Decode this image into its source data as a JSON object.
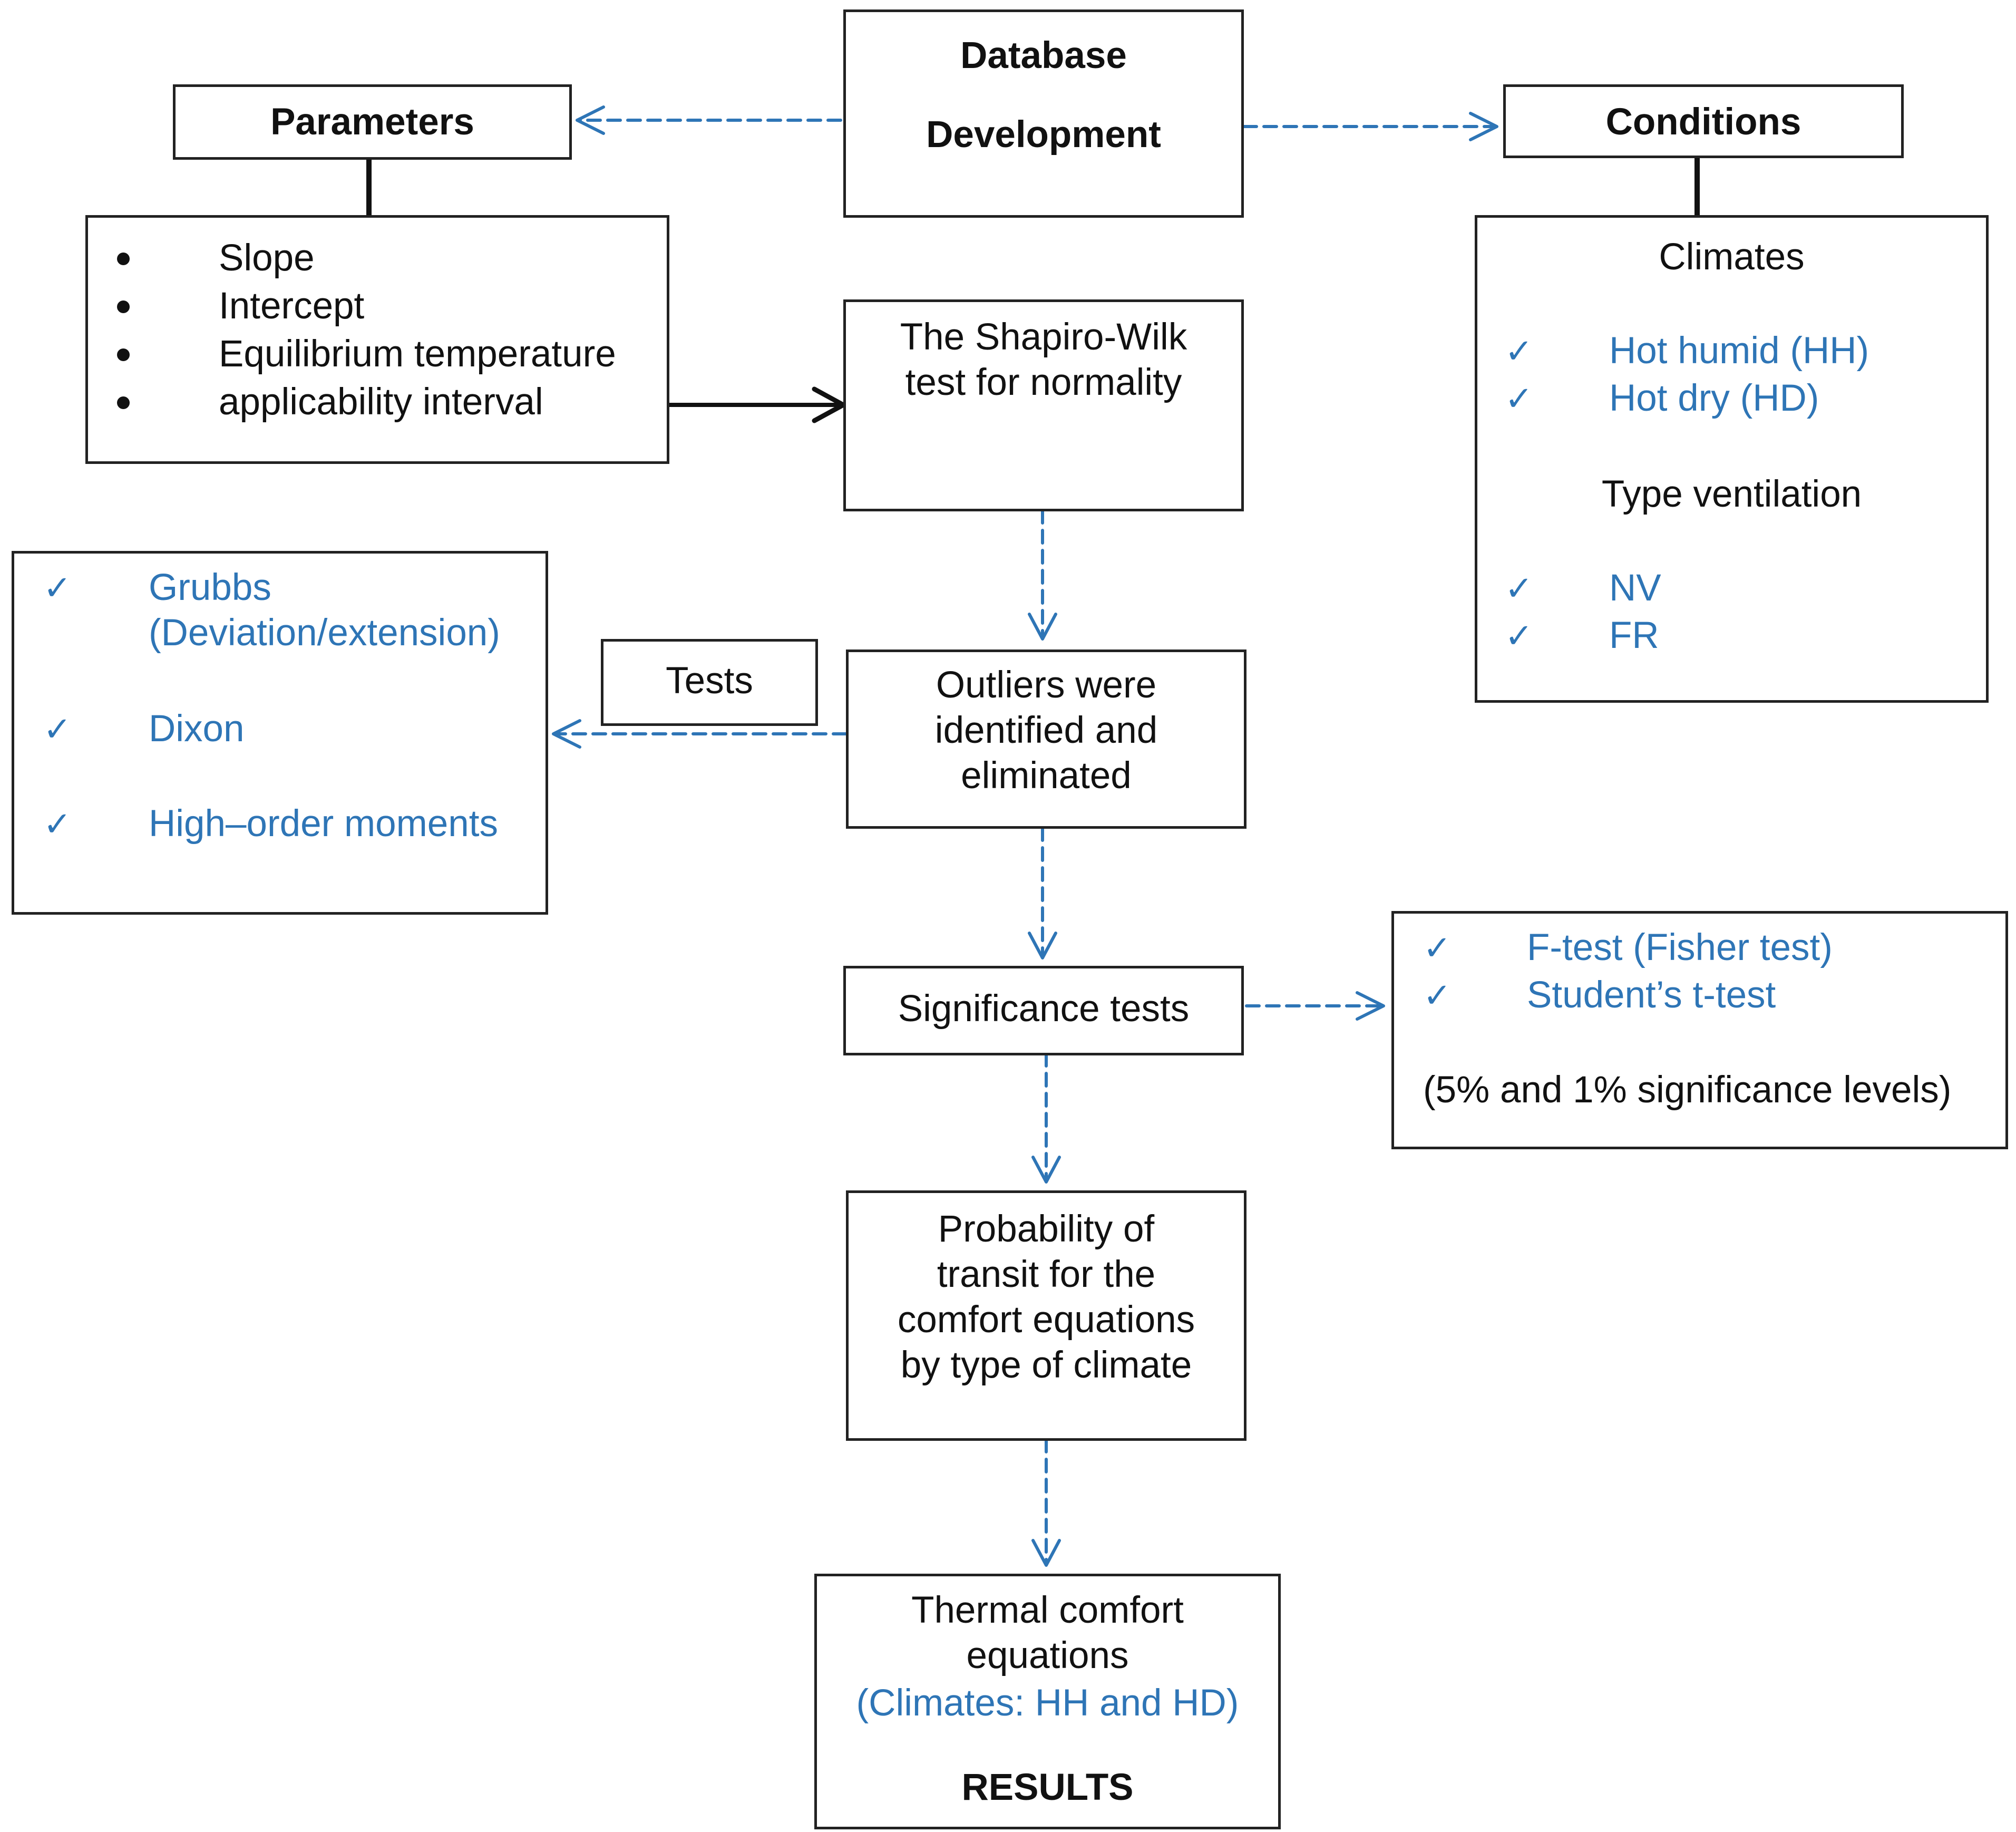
{
  "colors": {
    "accent_blue": "#2e75b6",
    "text": "#111111",
    "border": "#222222"
  },
  "icons": {
    "check": "check-mark-icon",
    "bullet": "bullet-icon"
  },
  "check_glyph": "✓",
  "nodes": {
    "database_development": {
      "line1": "Database",
      "line2": "Development"
    },
    "parameters": {
      "title": "Parameters",
      "items": [
        "Slope",
        "Intercept",
        "Equilibrium temperature",
        "applicability interval"
      ]
    },
    "conditions": {
      "title": "Conditions",
      "climates_heading": "Climates",
      "climates": [
        "Hot humid (HH)",
        "Hot dry (HD)"
      ],
      "ventilation_heading": "Type ventilation",
      "ventilation": [
        "NV",
        "FR"
      ]
    },
    "shapiro_wilk": {
      "line1": "The Shapiro-Wilk",
      "line2": "test for normality"
    },
    "outliers": {
      "line1": "Outliers were",
      "line2": "identified and",
      "line3": "eliminated"
    },
    "tests_label": "Tests",
    "outlier_tests": {
      "items": [
        "Grubbs",
        "Dixon",
        "High–order moments"
      ],
      "grubbs_detail": "(Deviation/extension)"
    },
    "significance": {
      "label": "Significance tests"
    },
    "significance_tests": {
      "items": [
        "F-test (Fisher test)",
        "Student’s t-test"
      ],
      "note": "(5% and 1% significance levels)"
    },
    "probability": {
      "line1": "Probability of",
      "line2": "transit for the",
      "line3": "comfort equations",
      "line4": "by type of climate"
    },
    "results": {
      "line1": "Thermal comfort",
      "line2": "equations",
      "line3": "(Climates: HH and HD)",
      "line4": "RESULTS"
    }
  }
}
